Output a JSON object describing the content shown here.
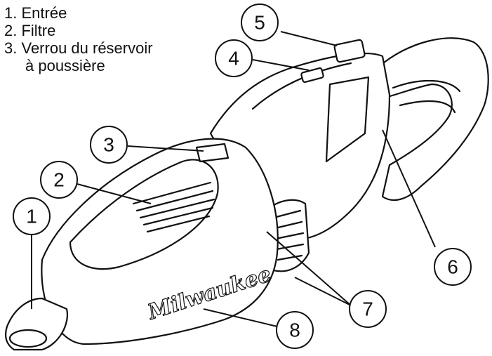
{
  "legend": [
    {
      "num": "1.",
      "text": "Entrée"
    },
    {
      "num": "2.",
      "text": "Filtre"
    },
    {
      "num": "3.",
      "text": "Verrou du réservoir",
      "cont": "à poussière"
    }
  ],
  "callouts": [
    "1",
    "2",
    "3",
    "4",
    "5",
    "6",
    "7",
    "8"
  ],
  "brand_text": "Milwaukee"
}
